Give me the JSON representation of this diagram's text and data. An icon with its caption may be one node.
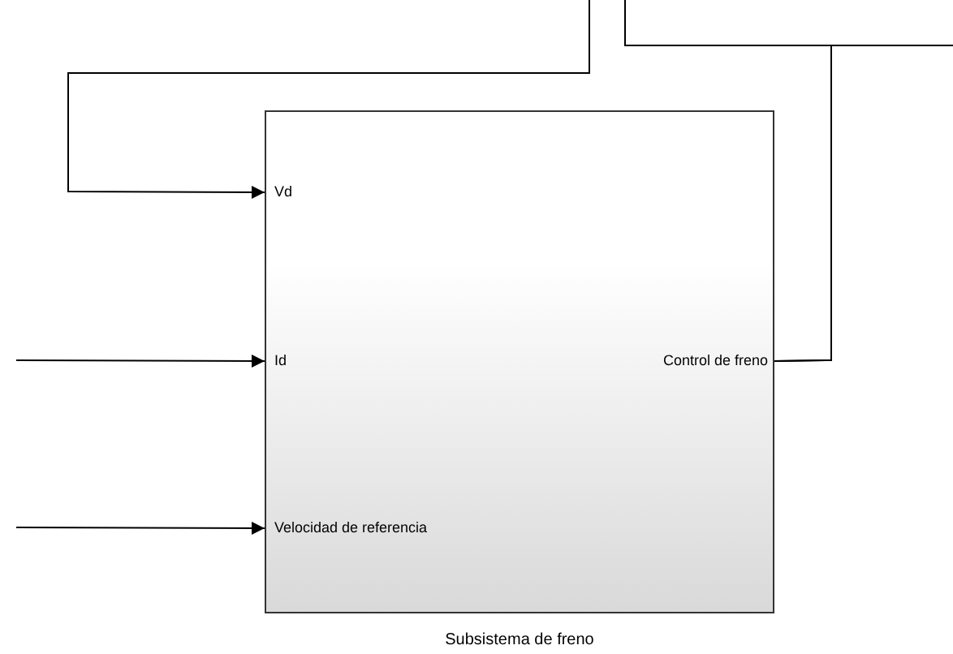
{
  "diagram": {
    "nodes": [
      {
        "text": [],
        "shape": "box",
        "beside": [
          "Subsistema de freno"
        ]
      },
      {
        "text": [
          "Vd"
        ],
        "in": 0
      },
      {
        "text": [
          "Id"
        ],
        "in": 0
      },
      {
        "text": [
          "Velocidad de referencia"
        ],
        "in": 0
      },
      {
        "text": [
          "Control de freno"
        ],
        "in": 0
      }
    ],
    "edges": [
      {
        "from": null,
        "to": 1,
        "arrow": "to"
      },
      {
        "from": null,
        "to": 2,
        "arrow": "to"
      },
      {
        "from": null,
        "to": 3,
        "arrow": "to"
      },
      {
        "from": 4,
        "to": null,
        "arrow": "none"
      },
      {
        "from": 4,
        "to": null,
        "arrow": "none"
      }
    ]
  }
}
